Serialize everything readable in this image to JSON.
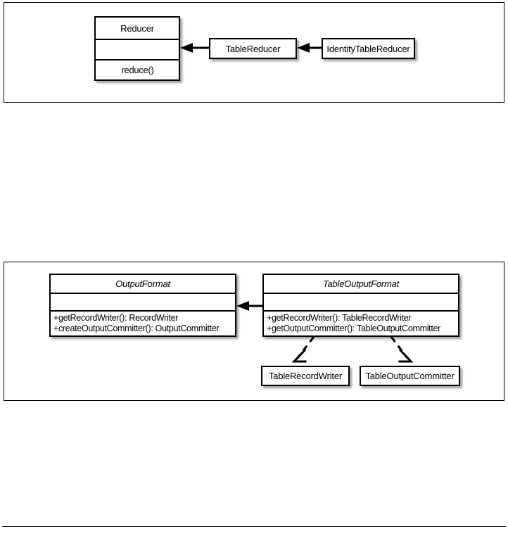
{
  "figures": [
    {
      "id": "reducer-hierarchy",
      "classes": [
        {
          "name": "Reducer",
          "abstract": false,
          "attributes": [],
          "methods": [
            "reduce()"
          ]
        },
        {
          "name": "TableReducer",
          "abstract": false
        },
        {
          "name": "IdentityTableReducer",
          "abstract": false
        }
      ],
      "relations": [
        {
          "type": "generalization",
          "from": "TableReducer",
          "to": "Reducer",
          "style": "solid"
        },
        {
          "type": "generalization",
          "from": "IdentityTableReducer",
          "to": "TableReducer",
          "style": "solid"
        }
      ]
    },
    {
      "id": "outputformat-hierarchy",
      "classes": [
        {
          "name": "OutputFormat",
          "abstract": true,
          "attributes": [],
          "methods": [
            "+getRecordWriter(): RecordWriter",
            "+createOutputCommitter(): OutputCommitter"
          ]
        },
        {
          "name": "TableOutputFormat",
          "abstract": true,
          "attributes": [],
          "methods": [
            "+getRecordWriter(): TableRecordWriter",
            "+getOutputCommitter(): TableOutputCommitter"
          ]
        },
        {
          "name": "TableRecordWriter",
          "abstract": false
        },
        {
          "name": "TableOutputCommitter",
          "abstract": false
        }
      ],
      "relations": [
        {
          "type": "generalization",
          "from": "TableOutputFormat",
          "to": "OutputFormat",
          "style": "solid"
        },
        {
          "type": "dependency",
          "from": "TableOutputFormat",
          "to": "TableRecordWriter",
          "style": "dashed"
        },
        {
          "type": "dependency",
          "from": "TableOutputFormat",
          "to": "TableOutputCommitter",
          "style": "dashed"
        }
      ]
    }
  ],
  "colors": {
    "ink": "#000000",
    "paper": "#ffffff",
    "shadow": "rgba(0,0,0,0.38)"
  }
}
